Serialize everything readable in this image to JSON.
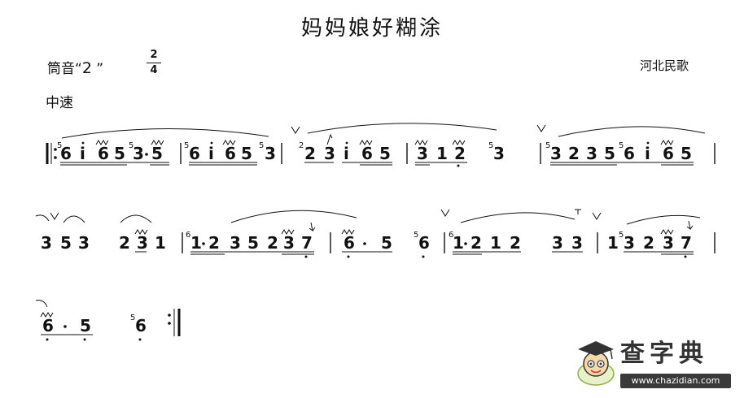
{
  "title": "妈妈娘好糊涂",
  "key": {
    "label": "筒音“",
    "note": "2",
    "suffix": " ”"
  },
  "meter": {
    "top": "2",
    "bottom": "4"
  },
  "origin": "河北民歌",
  "tempo": "中速",
  "watermark": {
    "text": "查字典",
    "url": "www.chazidian.com",
    "icon": "scholar-cap-icon",
    "text_color": "#333333"
  }
}
